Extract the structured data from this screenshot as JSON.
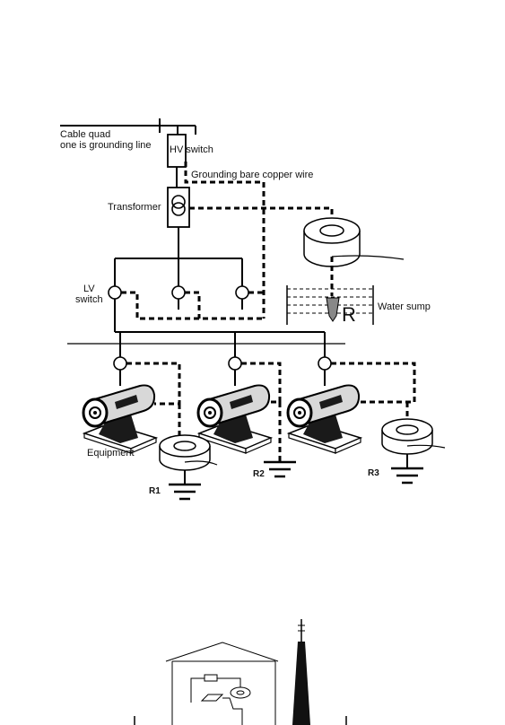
{
  "labels": {
    "cable_line1": "Cable quad",
    "cable_line2": "one is grounding line",
    "hv_switch": "HV switch",
    "grounding_wire": "Grounding bare copper wire",
    "transformer": "Transformer",
    "lv_line1": "LV",
    "lv_line2": "switch",
    "resistor_r": "R",
    "water_sump": "Water sump",
    "equipment": "Equipment",
    "r1": "R1",
    "r2": "R2",
    "r3": "R3"
  },
  "colors": {
    "line": "#000000",
    "background": "#ffffff",
    "machine_body": "#d8d8d8",
    "machine_dark": "#1a1a1a"
  }
}
